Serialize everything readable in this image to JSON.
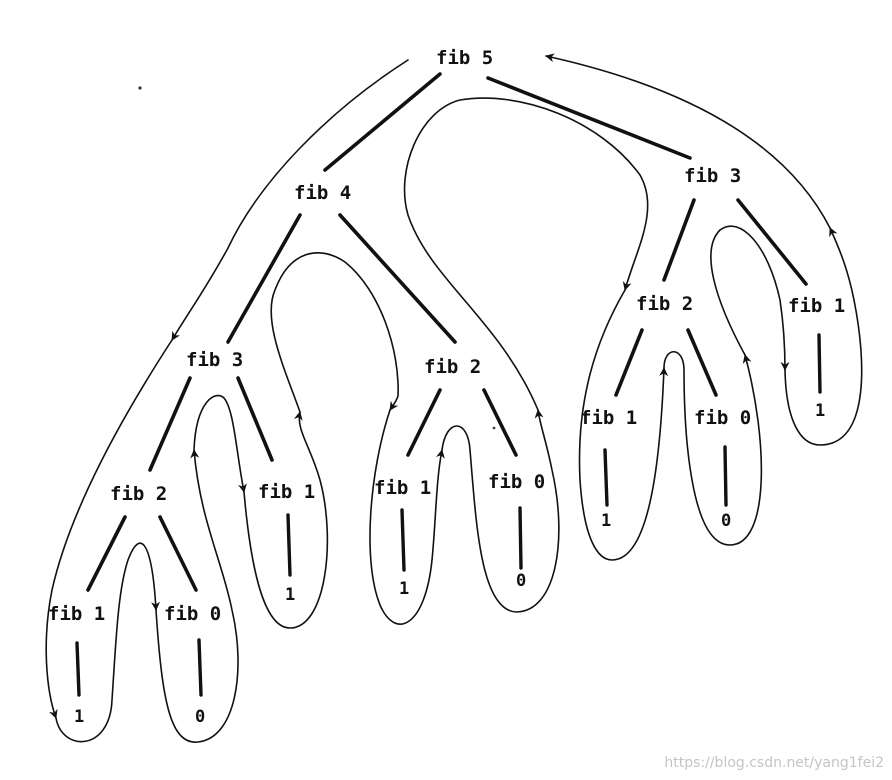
{
  "tree": {
    "nodes": [
      {
        "id": "fib5",
        "label": "fib 5"
      },
      {
        "id": "fib4",
        "label": "fib 4"
      },
      {
        "id": "fib3-r",
        "label": "fib 3"
      },
      {
        "id": "fib3-l",
        "label": "fib 3"
      },
      {
        "id": "fib2-a",
        "label": "fib 2"
      },
      {
        "id": "fib2-b",
        "label": "fib 2"
      },
      {
        "id": "fib2-c",
        "label": "fib 2"
      },
      {
        "id": "fib1-a",
        "label": "fib 1"
      },
      {
        "id": "fib0-a",
        "label": "fib 0"
      },
      {
        "id": "fib1-b",
        "label": "fib 1"
      },
      {
        "id": "fib1-c",
        "label": "fib 1"
      },
      {
        "id": "fib0-b",
        "label": "fib 0"
      },
      {
        "id": "fib1-d",
        "label": "fib 1"
      },
      {
        "id": "fib0-c",
        "label": "fib 0"
      },
      {
        "id": "fib1-e",
        "label": "fib 1"
      }
    ],
    "leaves": [
      {
        "id": "leaf-1-a",
        "label": "1"
      },
      {
        "id": "leaf-0-a",
        "label": "0"
      },
      {
        "id": "leaf-1-b",
        "label": "1"
      },
      {
        "id": "leaf-1-c",
        "label": "1"
      },
      {
        "id": "leaf-0-b",
        "label": "0"
      },
      {
        "id": "leaf-1-d",
        "label": "1"
      },
      {
        "id": "leaf-0-c",
        "label": "0"
      },
      {
        "id": "leaf-1-e",
        "label": "1"
      }
    ]
  },
  "watermark": "https://blog.csdn.net/yang1fei2"
}
